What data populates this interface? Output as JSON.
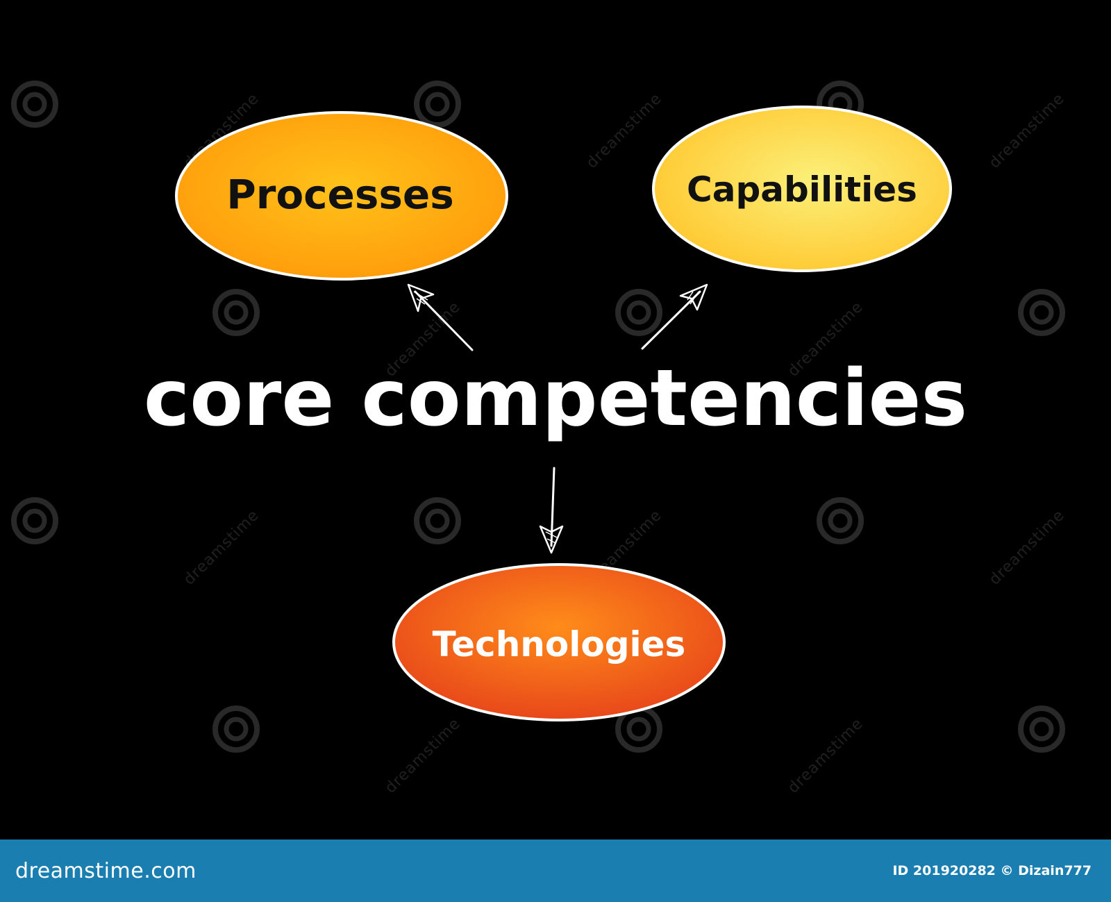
{
  "center": {
    "label": "core competencies",
    "color": "#ffffff"
  },
  "nodes": [
    {
      "id": "processes",
      "label": "Processes",
      "text_color": "#111111",
      "fill_inner": "#ffc21a",
      "fill_outer": "#ff9a0a"
    },
    {
      "id": "capabilities",
      "label": "Capabilities",
      "text_color": "#111111",
      "fill_inner": "#fbf07a",
      "fill_outer": "#ffc830"
    },
    {
      "id": "technologies",
      "label": "Technologies",
      "text_color": "#ffffff",
      "fill_inner": "#ff8c1a",
      "fill_outer": "#e8481a"
    }
  ],
  "edges": [
    {
      "from": "center",
      "to": "processes"
    },
    {
      "from": "center",
      "to": "capabilities"
    },
    {
      "from": "center",
      "to": "technologies"
    }
  ],
  "watermark": {
    "text": "dreamstime",
    "icon": "spiral-icon"
  },
  "footer": {
    "site": "dreamstime.com",
    "credit": "ID 201920282 © Dizain777",
    "background": "#1a7eb1"
  }
}
